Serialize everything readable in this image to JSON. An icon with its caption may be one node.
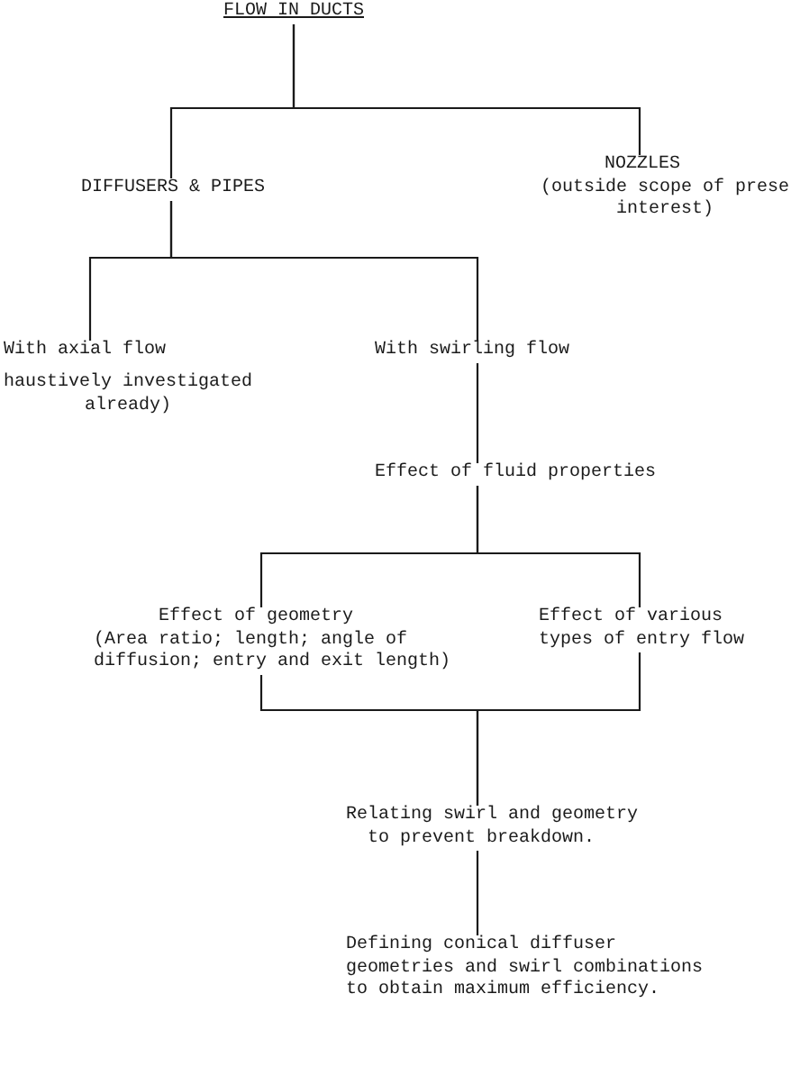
{
  "diagram": {
    "nodes": [
      {
        "text": [
          "FLOW IN DUCTS"
        ]
      },
      {
        "text": [
          "DIFFUSERS & PIPES"
        ]
      },
      {
        "text": [
          "NOZZLES",
          "(outside scope of prese interest)"
        ]
      },
      {
        "text": [
          "With axial flow",
          "haustively investigated already)"
        ]
      },
      {
        "text": [
          "With swirling flow"
        ]
      },
      {
        "text": [
          "Effect of fluid properties"
        ]
      },
      {
        "text": [
          "Effect of geometry",
          "(Area ratio; length; angle of diffusion; entry and exit length)"
        ]
      },
      {
        "text": [
          "Effect of various types of entry flow"
        ]
      },
      {
        "text": [
          "Relating swirl and geometry to prevent breakdown."
        ]
      },
      {
        "text": [
          "Defining conical diffuser geometries and swirl combinations to obtain maximum efficiency."
        ]
      }
    ],
    "edges": [
      {
        "from": 0,
        "to": 1,
        "arrow": "none"
      },
      {
        "from": 0,
        "to": 2,
        "arrow": "none"
      },
      {
        "from": 1,
        "to": 3,
        "arrow": "none"
      },
      {
        "from": 1,
        "to": 4,
        "arrow": "none"
      },
      {
        "from": 4,
        "to": 5,
        "arrow": "none"
      },
      {
        "from": 5,
        "to": 6,
        "arrow": "none"
      },
      {
        "from": 5,
        "to": 7,
        "arrow": "none"
      },
      {
        "from": 6,
        "to": 8,
        "arrow": "none"
      },
      {
        "from": 7,
        "to": 8,
        "arrow": "none"
      },
      {
        "from": 8,
        "to": 9,
        "arrow": "none"
      }
    ]
  }
}
